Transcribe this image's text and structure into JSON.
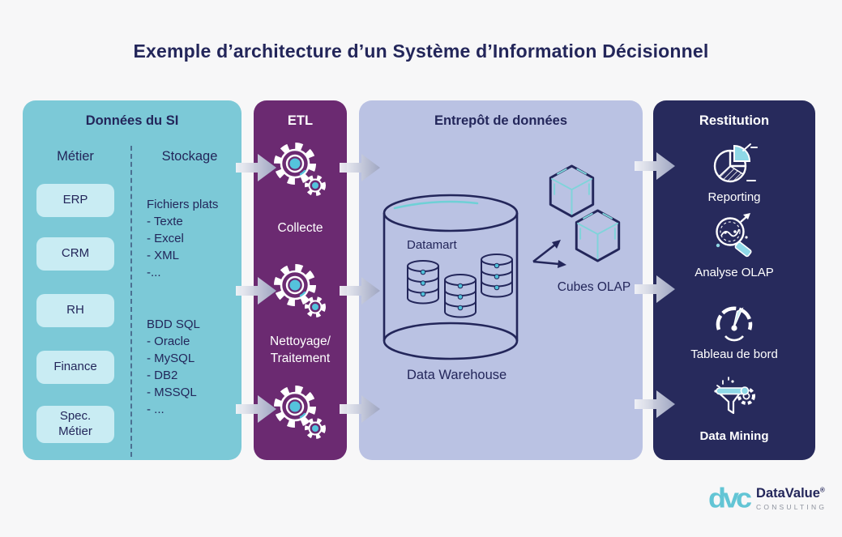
{
  "title": "Exemple d’architecture d’un Système d’Information Décisionnel",
  "panel_donnees": {
    "title": "Données du SI",
    "col_metier": "Métier",
    "col_stockage": "Stockage",
    "metier_items": [
      "ERP",
      "CRM",
      "RH",
      "Finance",
      "Spec. Métier"
    ],
    "stockage_flat_title": "Fichiers plats",
    "stockage_flat_items": [
      "- Texte",
      "- Excel",
      "- XML",
      "-..."
    ],
    "stockage_sql_title": "BDD SQL",
    "stockage_sql_items": [
      "- Oracle",
      "- MySQL",
      "- DB2",
      "- MSSQL",
      "- ..."
    ]
  },
  "panel_etl": {
    "title": "ETL",
    "step_collecte": "Collecte",
    "step_nettoyage_line1": "Nettoyage/",
    "step_nettoyage_line2": "Traitement"
  },
  "panel_entrepot": {
    "title": "Entrepôt de données",
    "datamart": "Datamart",
    "warehouse": "Data Warehouse",
    "cubes": "Cubes OLAP"
  },
  "panel_restitution": {
    "title": "Restitution",
    "items": [
      {
        "label": "Reporting",
        "icon": "pie-chart-icon"
      },
      {
        "label": "Analyse OLAP",
        "icon": "magnifier-chart-icon"
      },
      {
        "label": "Tableau de bord",
        "icon": "gauge-icon"
      },
      {
        "label": "Data Mining",
        "icon": "funnel-gear-icon"
      }
    ]
  },
  "logo": {
    "mark": "dvc",
    "brand": "DataValue",
    "registered": "®",
    "subtitle": "CONSULTING"
  },
  "colors": {
    "background": "#f7f7f8",
    "teal_panel": "#7cc9d7",
    "teal_chip": "#c9ecf3",
    "purple_panel": "#6b2a71",
    "lavender_panel": "#bac2e3",
    "navy_panel": "#272a5c",
    "navy_text": "#23265a",
    "cyan_accent": "#62c5d5",
    "arrow_gray": "#9fa6c2"
  }
}
